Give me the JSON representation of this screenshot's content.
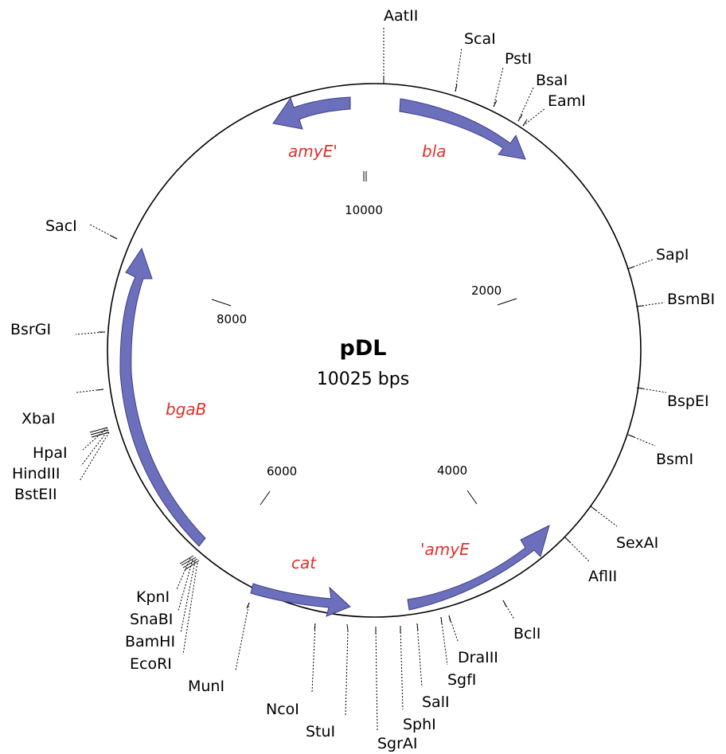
{
  "plasmid": {
    "name": "pDL",
    "size_text": "10025 bps",
    "length_bp": 10025
  },
  "colors": {
    "feature_fill": "#6b6fbc",
    "feature_stroke": "#3f3f86",
    "feature_label": "#e0302a"
  },
  "position_markers": [
    {
      "label": "10000",
      "value": 10000
    },
    {
      "label": "2000",
      "value": 2000
    },
    {
      "label": "4000",
      "value": 4000
    },
    {
      "label": "6000",
      "value": 6000
    },
    {
      "label": "8000",
      "value": 8000
    }
  ],
  "features": [
    {
      "name": "amyE'"
    },
    {
      "name": "bla"
    },
    {
      "name": "bgaB"
    },
    {
      "name": "cat"
    },
    {
      "name": "'amyE"
    }
  ],
  "restriction_sites": [
    {
      "name": "AatII"
    },
    {
      "name": "ScaI"
    },
    {
      "name": "PstI"
    },
    {
      "name": "BsaI"
    },
    {
      "name": "EamI"
    },
    {
      "name": "SapI"
    },
    {
      "name": "BsmBI"
    },
    {
      "name": "BspEI"
    },
    {
      "name": "BsmI"
    },
    {
      "name": "SexAI"
    },
    {
      "name": "AflII"
    },
    {
      "name": "BclI"
    },
    {
      "name": "DraIII"
    },
    {
      "name": "SgfI"
    },
    {
      "name": "SalI"
    },
    {
      "name": "SphI"
    },
    {
      "name": "SgrAI"
    },
    {
      "name": "StuI"
    },
    {
      "name": "NcoI"
    },
    {
      "name": "MunI"
    },
    {
      "name": "EcoRI"
    },
    {
      "name": "BamHI"
    },
    {
      "name": "SnaBI"
    },
    {
      "name": "KpnI"
    },
    {
      "name": "BstEII"
    },
    {
      "name": "HindIII"
    },
    {
      "name": "HpaI"
    },
    {
      "name": "XbaI"
    },
    {
      "name": "BsrGI"
    },
    {
      "name": "SacI"
    }
  ]
}
